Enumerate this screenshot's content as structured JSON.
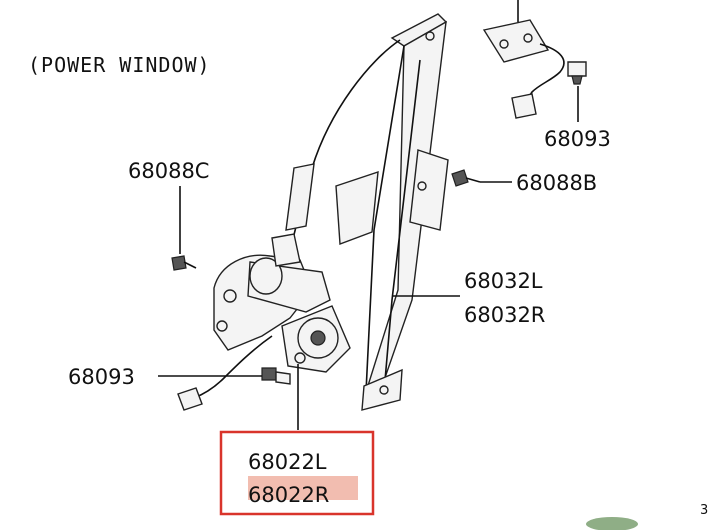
{
  "caption": "(POWER WINDOW)",
  "parts": {
    "screw_top": "68093",
    "bolt_top_left": "68088C",
    "bolt_right": "68088B",
    "regulator_l": "68032L",
    "regulator_r": "68032R",
    "screw_left": "68093",
    "motor_l": "68022L",
    "motor_r": "68022R"
  },
  "page_number": "3",
  "highlight_color": "#d9342b",
  "marker_color": "#e8866f"
}
